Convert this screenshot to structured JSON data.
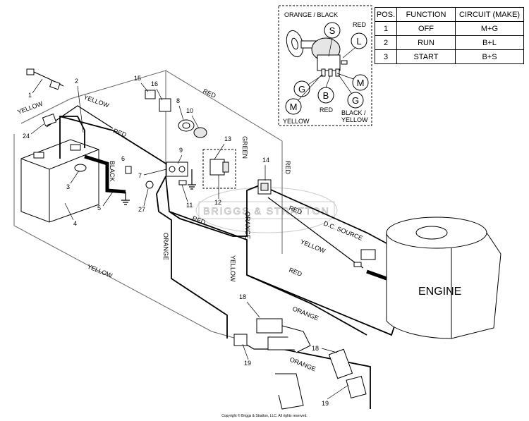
{
  "switch_inset": {
    "title": "ORANGE / BLACK",
    "terminals": {
      "s": "S",
      "l": "L",
      "m_right": "M",
      "g_right": "G",
      "b": "B",
      "g_left": "G",
      "m_left": "M"
    },
    "wire_labels": {
      "red_top": "RED",
      "red_bottom": "RED",
      "yellow": "YELLOW",
      "black_yellow_1": "BLACK /",
      "black_yellow_2": "YELLOW"
    }
  },
  "circuit_table": {
    "headers": [
      "POS.",
      "FUNCTION",
      "CIRCUIT  (MAKE)"
    ],
    "rows": [
      [
        "1",
        "OFF",
        "M+G"
      ],
      [
        "2",
        "RUN",
        "B+L"
      ],
      [
        "3",
        "START",
        "B+S"
      ]
    ]
  },
  "wire_labels": {
    "yellow_1": "YELLOW",
    "yellow_2": "YELLOW",
    "red_1": "RED",
    "red_2": "RED",
    "black": "BLACK",
    "green": "GREEN",
    "red_3": "RED",
    "orange_1": "ORANGE",
    "orange_2": "ORANGE",
    "red_4": "RED",
    "red_5": "RED",
    "dc_source": "D.C. SOURCE",
    "yellow_3": "YELLOW",
    "yellow_4": "YELLOW",
    "red_6": "RED",
    "orange_3": "ORANGE",
    "yellow_5": "YELLOW",
    "orange_4": "ORANGE"
  },
  "engine_label": "ENGINE",
  "watermark": "BRIGGS & STRATTON",
  "callouts": {
    "c1": "1",
    "c2": "2",
    "c3": "3",
    "c4": "4",
    "c5": "5",
    "c6": "6",
    "c7": "7",
    "c8": "8",
    "c9": "9",
    "c10": "10",
    "c11": "11",
    "c12": "12",
    "c13": "13",
    "c14": "14",
    "c15": "15",
    "c16": "16",
    "c18a": "18",
    "c18b": "18",
    "c19a": "19",
    "c19b": "19",
    "c24": "24",
    "c27": "27"
  },
  "copyright": "Copyright © Briggs & Stratton, LLC. All rights reserved."
}
